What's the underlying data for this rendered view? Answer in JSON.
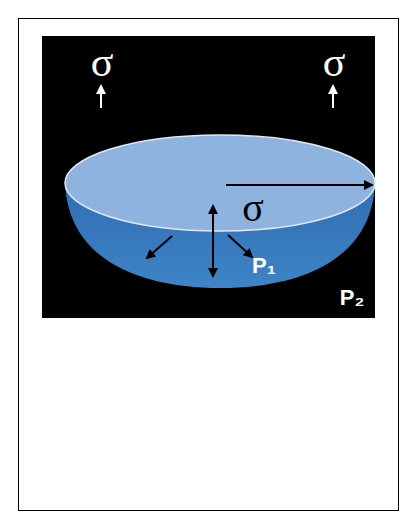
{
  "diagram": {
    "labels": [
      "σ",
      "σ",
      "σ",
      "P₁",
      "P₂"
    ]
  }
}
